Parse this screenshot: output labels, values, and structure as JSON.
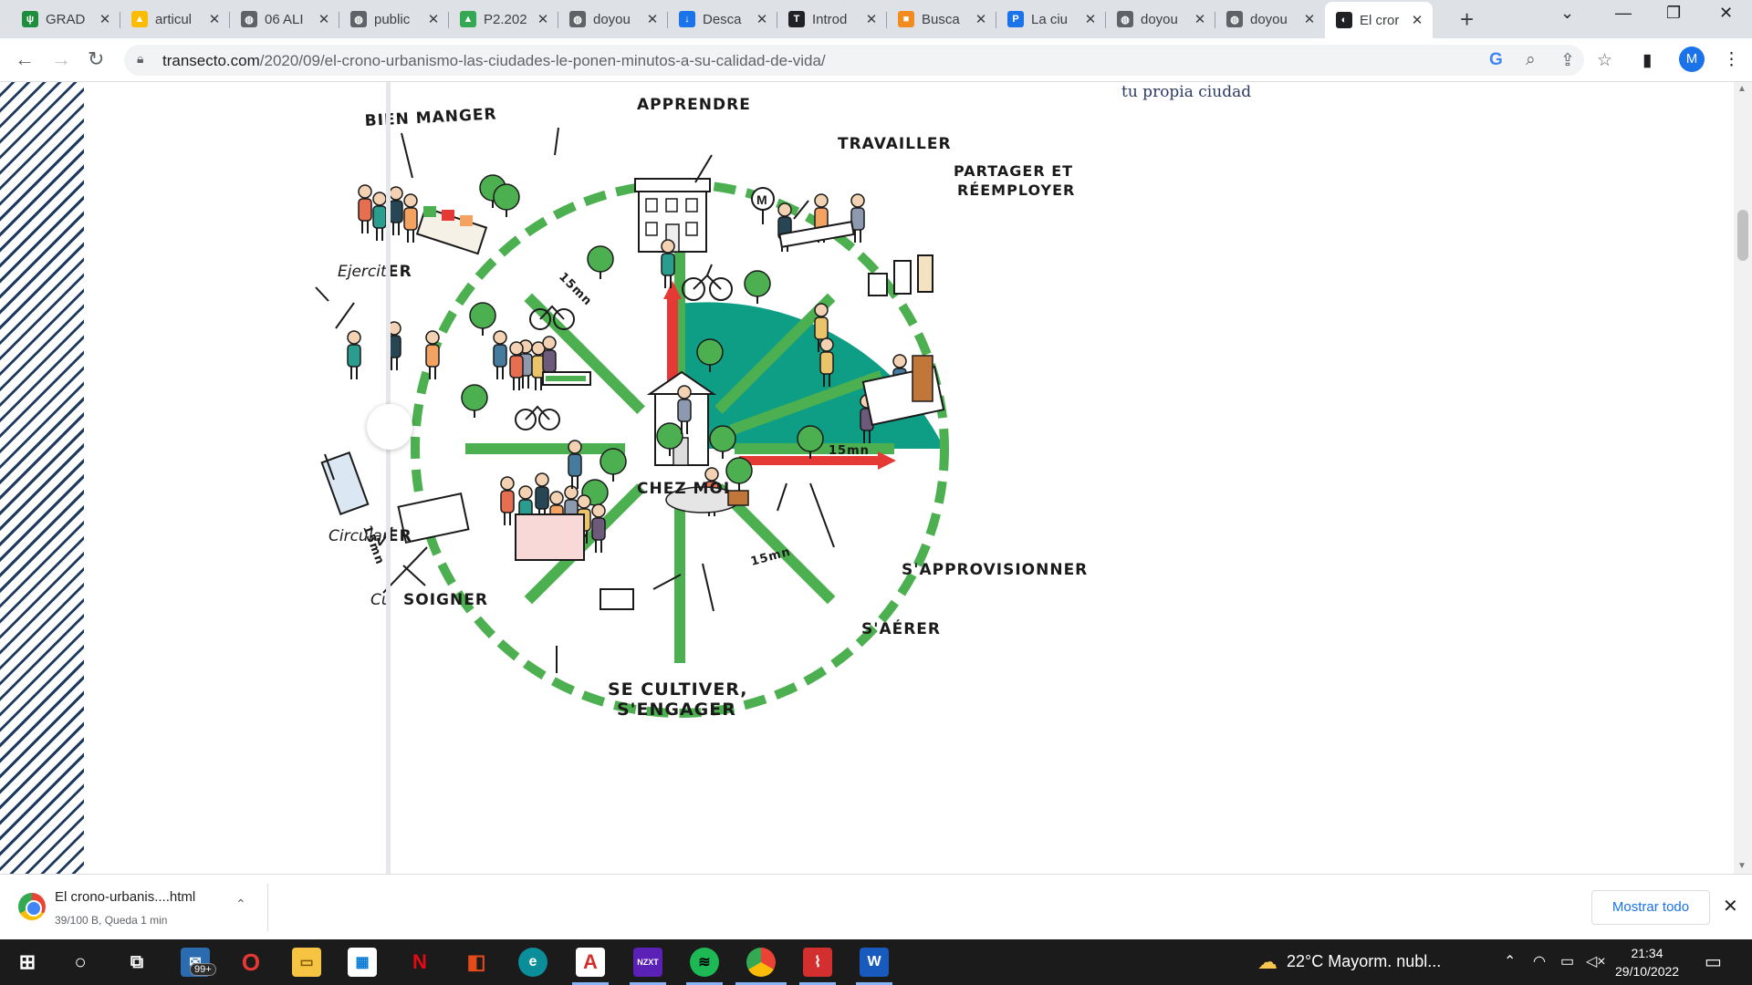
{
  "browser": {
    "tabs": [
      {
        "title": "GRAD",
        "icon": "sprout-icon",
        "color": "#1e8e3e",
        "glyph": "ψ"
      },
      {
        "title": "articul",
        "icon": "drive-icon",
        "color": "#fbbc05",
        "glyph": "▲"
      },
      {
        "title": "06 ALI",
        "icon": "globe-icon",
        "color": "#5f6368",
        "glyph": "◍"
      },
      {
        "title": "public",
        "icon": "globe-icon",
        "color": "#5f6368",
        "glyph": "◍"
      },
      {
        "title": "P2.202",
        "icon": "drive-icon",
        "color": "#34a853",
        "glyph": "▲"
      },
      {
        "title": "doyou",
        "icon": "globe-icon",
        "color": "#5f6368",
        "glyph": "◍"
      },
      {
        "title": "Desca",
        "icon": "download-icon",
        "color": "#1a73e8",
        "glyph": "↓"
      },
      {
        "title": "Introd",
        "icon": "t-logo-icon",
        "color": "#202124",
        "glyph": "T"
      },
      {
        "title": "Busca",
        "icon": "box-icon",
        "color": "#f28b20",
        "glyph": "■"
      },
      {
        "title": "La ciu",
        "icon": "doc-icon",
        "color": "#1a73e8",
        "glyph": "P"
      },
      {
        "title": "doyou",
        "icon": "globe-icon",
        "color": "#5f6368",
        "glyph": "◍"
      },
      {
        "title": "doyou",
        "icon": "globe-icon",
        "color": "#5f6368",
        "glyph": "◍"
      },
      {
        "title": "El cror",
        "icon": "site-icon",
        "color": "#202124",
        "glyph": "◐"
      }
    ],
    "active_tab": 12,
    "url_host": "transecto.com",
    "url_path": "/2020/09/el-crono-urbanismo-las-ciudades-le-ponen-minutos-a-su-calidad-de-vida/",
    "profile_initial": "M"
  },
  "page": {
    "caption": "tu propia ciudad",
    "illustration": {
      "labels": {
        "bien_manger": "BIEN MANGER",
        "apprendre": "APPRENDRE",
        "travailler": "TRAVAILLER",
        "partager_1": "PARTAGER ET",
        "partager_2": "RÉEMPLOYER",
        "chez_moi": "CHEZ MOI",
        "sapprovisionner": "S'APPROVISIONNER",
        "saerer": "S'AÉRER",
        "se_cultiver_1": "SE CULTIVER,",
        "se_cultiver_2": "S'ENGAGER",
        "soigner": "SOIGNER",
        "time_15": "15mn"
      },
      "slider_labels": {
        "ejercit": "Ejercit",
        "ejercit_er": "ER",
        "circular": "Circular",
        "circular_er": "ER",
        "cu": "Cu"
      },
      "colors": {
        "zone": "#0e9e86",
        "path": "#4caf50",
        "arrow": "#e53935",
        "ink": "#1a1a1a"
      }
    }
  },
  "download": {
    "file": "El crono-urbanis....html",
    "status": "39/100 B, Queda 1 min",
    "show_all": "Mostrar todo"
  },
  "taskbar": {
    "mail_badge": "99+",
    "weather": "22°C  Mayorm. nubl...",
    "time": "21:34",
    "date": "29/10/2022"
  }
}
